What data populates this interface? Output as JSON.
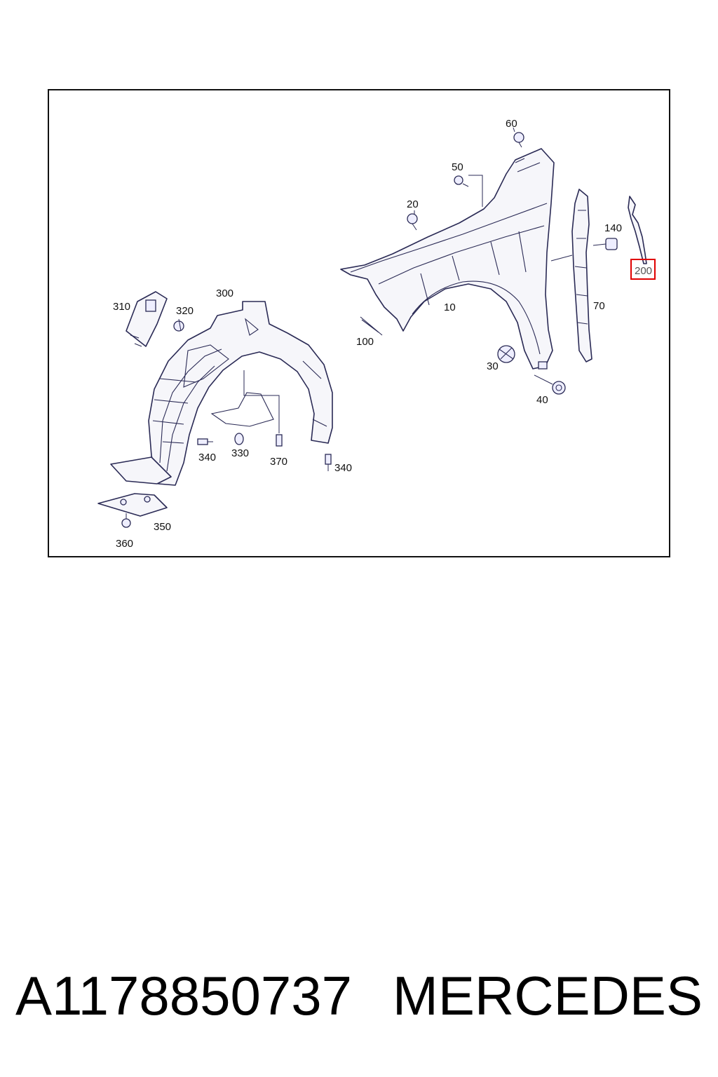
{
  "diagram": {
    "callouts": {
      "c10": "10",
      "c20": "20",
      "c30": "30",
      "c40": "40",
      "c50": "50",
      "c60": "60",
      "c70": "70",
      "c100": "100",
      "c140": "140",
      "c200": "200",
      "c300": "300",
      "c310": "310",
      "c320": "320",
      "c330": "330",
      "c340a": "340",
      "c340b": "340",
      "c350": "350",
      "c360": "360",
      "c370": "370"
    },
    "highlight_color": "#e00000"
  },
  "footer": {
    "part_number": "A1178850737",
    "brand": "MERCEDES"
  }
}
